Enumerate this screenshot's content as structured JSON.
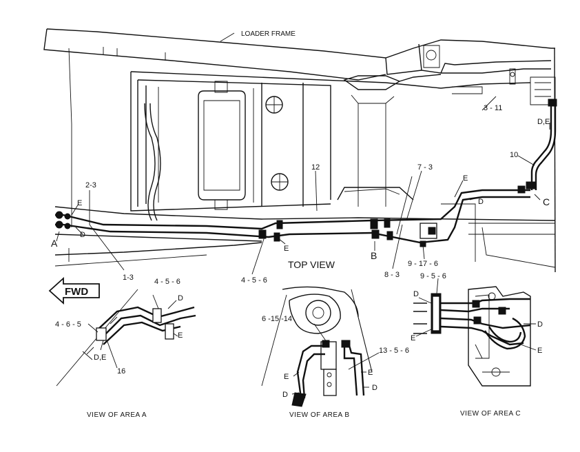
{
  "labels": {
    "loader_frame": "LOADER FRAME",
    "top_view": "TOP VIEW",
    "fwd": "FWD",
    "view_a": "VIEW OF AREA A",
    "view_b": "VIEW OF AREA B",
    "view_c": "VIEW OF AREA C"
  },
  "callouts": {
    "c3_11": "3 - 11",
    "de_top": "D,E",
    "c10": "10",
    "c12": "12",
    "c7_3": "7 - 3",
    "e_right": "E",
    "d_right": "D",
    "c_letter": "C",
    "c2_3": "2-3",
    "e_left": "E",
    "d_left": "D",
    "a_letter": "A",
    "c1_3": "1-3",
    "c4_5_6_mid": "4 - 5 - 6",
    "e_mid": "E",
    "b_letter": "B",
    "c8_3": "8 - 3",
    "c9_17_6": "9 - 17 - 6",
    "c4_5_6_a": "4 - 5 - 6",
    "d_a": "D",
    "c4_6_5": "4 - 6 - 5",
    "e_a": "E",
    "de_a": "D,E",
    "c16": "16",
    "c6_15_14": "6 -15 -14",
    "c13_5_6": "13 - 5 - 6",
    "e_b1": "E",
    "d_b1": "D",
    "e_b2": "E",
    "d_b2": "D",
    "c9_5_6": "9 - 5 - 6",
    "d_c1": "D",
    "e_c1": "E",
    "d_c2": "D",
    "e_c2": "E"
  }
}
